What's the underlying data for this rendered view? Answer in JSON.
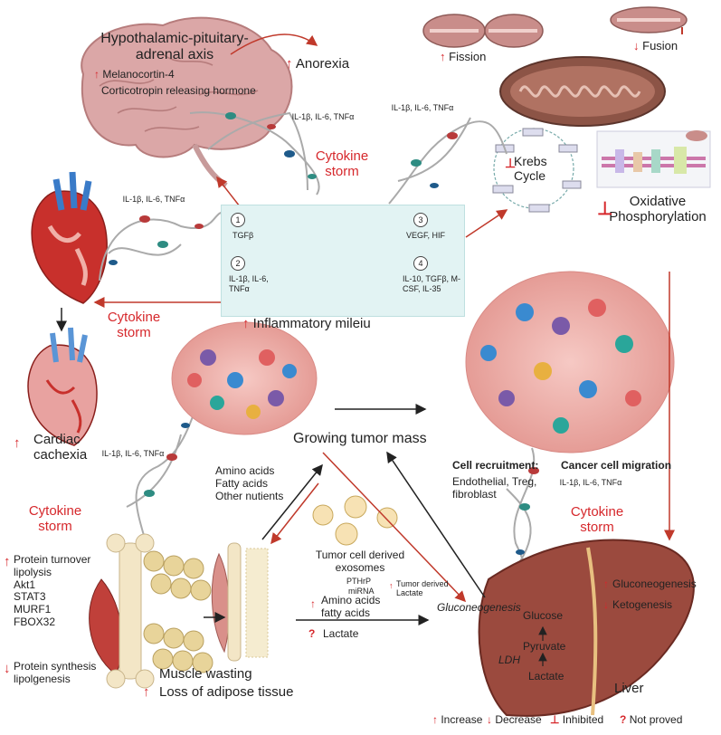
{
  "brain": {
    "title": "Hypothalamic-pituitary-adrenal axis",
    "items": [
      "Melanocortin-4",
      "Corticotropin releasing hormone"
    ],
    "anorexia": "Anorexia"
  },
  "cytokines": "IL-1β, IL-6, TNFα",
  "storm": "Cytokine storm",
  "mito": {
    "fission": "Fission",
    "fusion": "Fusion",
    "krebs": "Krebs Cycle",
    "oxphos": "Oxidative Phosphorylation"
  },
  "milieu": {
    "label": "Inflammatory mileiu",
    "items": [
      {
        "num": "1",
        "text": "TGFβ"
      },
      {
        "num": "2",
        "text": "IL-1β, IL-6, TNFα"
      },
      {
        "num": "3",
        "text": "VEGF, HIF"
      },
      {
        "num": "4",
        "text": "IL-10, TGFβ, M-CSF, IL-35"
      }
    ]
  },
  "heart": {
    "label": "Cardiac cachexia"
  },
  "tumor": {
    "label": "Growing tumor mass",
    "recruitment_title": "Cell recruitment:",
    "recruitment_cells": "Endothelial, Treg, fibroblast",
    "migration": "Cancer cell migration"
  },
  "nutrients": [
    "Amino acids",
    "Fatty acids",
    "Other nutients"
  ],
  "exosomes": {
    "title": "Tumor cell derived exosomes",
    "items": [
      "PTHrP",
      "miRNA"
    ]
  },
  "tumor_lactate": "Tumor derived Lactate",
  "transport": {
    "amino": "Amino acids",
    "fatty": "fatty acids",
    "lactate": "Lactate"
  },
  "muscle": {
    "up_items": [
      "Protein turnover",
      "lipolysis",
      "Akt1",
      "STAT3",
      "MURF1",
      "FBOX32"
    ],
    "down_items": [
      "Protein synthesis",
      "lipolgenesis"
    ],
    "wasting": "Muscle wasting",
    "adipose": "Loss of adipose tissue"
  },
  "liver": {
    "label": "Liver",
    "gluconeogenesis_side": "Gluconeogenesis",
    "glucose": "Glucose",
    "pyruvate": "Pyruvate",
    "ldh": "LDH",
    "lactate": "Lactate",
    "gluconeogenesis_up": "Gluconeogenesis",
    "ketogenesis": "Ketogenesis"
  },
  "legend": [
    {
      "symbol": "↑",
      "label": "Increase"
    },
    {
      "symbol": "↓",
      "label": "Decrease"
    },
    {
      "symbol": "⊥",
      "label": "Inhibited"
    },
    {
      "symbol": "?",
      "label": "Not proved"
    }
  ],
  "colors": {
    "accent_red": "#d6282c",
    "box_bg": "#e2f3f3",
    "liver": "#9b4a3e",
    "brain": "#d9a5a5",
    "mito": "#c98d8a"
  }
}
